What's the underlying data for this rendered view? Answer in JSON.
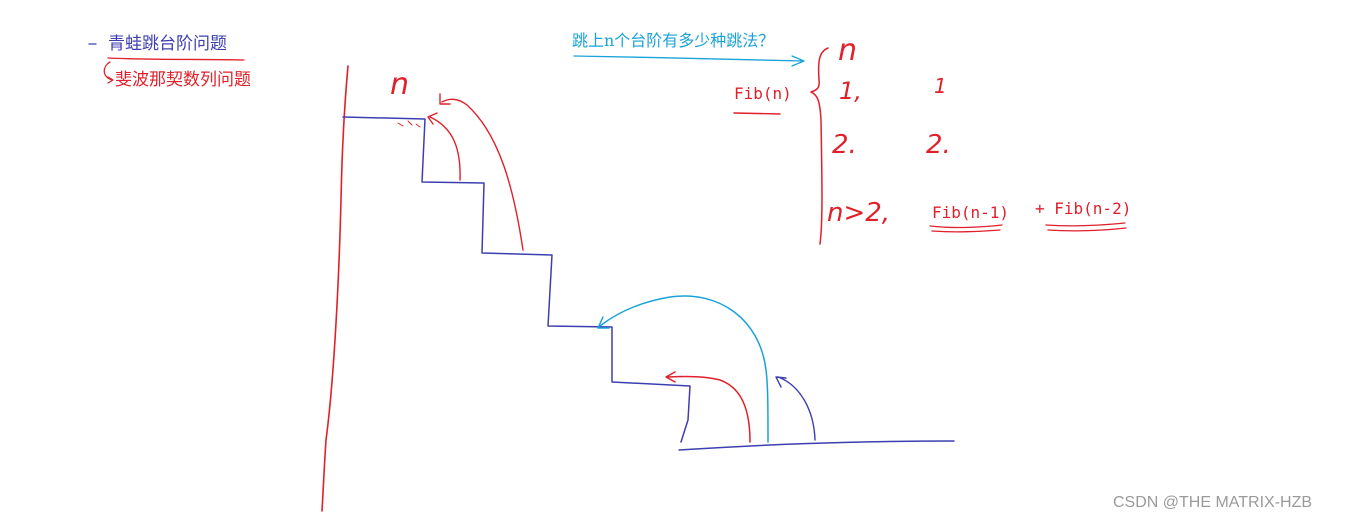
{
  "colors": {
    "blue": "#3d3fb0",
    "red": "#e0202a",
    "cyan": "#1aa3d8",
    "watermark": "#9a9a9a"
  },
  "titles": {
    "main": "青蛙跳台阶问题",
    "sub": "斐波那契数列问题"
  },
  "question": "跳上n个台阶有多少种跳法？",
  "formula": {
    "fib_n": "Fib(n)",
    "fib_n_minus_1": "Fib(n-1)",
    "fib_n_minus_2": "+ Fib(n-2)"
  },
  "cases": {
    "n_label": "n",
    "case1_label": "1,",
    "case1_value": "1",
    "case2_label": "2.",
    "case2_value": "2.",
    "case3_label": "n>2,"
  },
  "stairs": {
    "top_label": "n"
  },
  "watermark": "CSDN @THE MATRIX-HZB"
}
